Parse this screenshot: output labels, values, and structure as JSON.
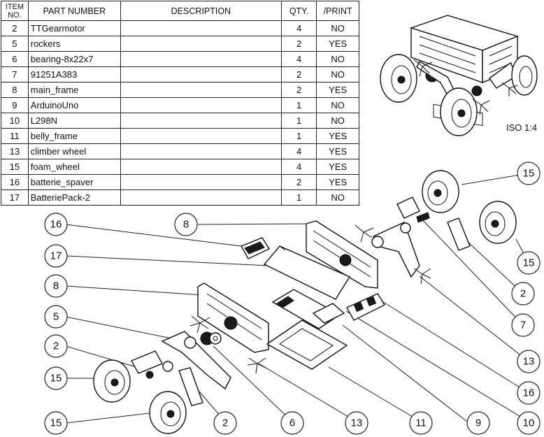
{
  "table": {
    "headers": {
      "item": "ITEM NO.",
      "part": "PART NUMBER",
      "description": "DESCRIPTION",
      "qty": "QTY.",
      "print": "/PRINT"
    },
    "rows": [
      {
        "item": "2",
        "part": "TTGearmotor",
        "description": "",
        "qty": "4",
        "print": "NO"
      },
      {
        "item": "5",
        "part": "rockers",
        "description": "",
        "qty": "2",
        "print": "YES"
      },
      {
        "item": "6",
        "part": "bearing-8x22x7",
        "description": "",
        "qty": "4",
        "print": "NO"
      },
      {
        "item": "7",
        "part": "91251A383",
        "description": "",
        "qty": "2",
        "print": "NO"
      },
      {
        "item": "8",
        "part": "main_frame",
        "description": "",
        "qty": "2",
        "print": "YES"
      },
      {
        "item": "9",
        "part": "ArduinoUno",
        "description": "",
        "qty": "1",
        "print": "NO"
      },
      {
        "item": "10",
        "part": "L298N",
        "description": "",
        "qty": "1",
        "print": "NO"
      },
      {
        "item": "11",
        "part": "belly_frame",
        "description": "",
        "qty": "1",
        "print": "YES"
      },
      {
        "item": "13",
        "part": "climber wheel",
        "description": "",
        "qty": "4",
        "print": "YES"
      },
      {
        "item": "15",
        "part": "foam_wheel",
        "description": "",
        "qty": "4",
        "print": "YES"
      },
      {
        "item": "16",
        "part": "batterie_spaver",
        "description": "",
        "qty": "2",
        "print": "YES"
      },
      {
        "item": "17",
        "part": "BatteriePack-2",
        "description": "",
        "qty": "1",
        "print": "NO"
      }
    ]
  },
  "iso_label": "ISO 1:4",
  "balloons": [
    "16",
    "8",
    "17",
    "8",
    "5",
    "2",
    "15",
    "15",
    "2",
    "6",
    "13",
    "11",
    "9",
    "10",
    "16",
    "13",
    "7",
    "2",
    "15",
    "15"
  ]
}
